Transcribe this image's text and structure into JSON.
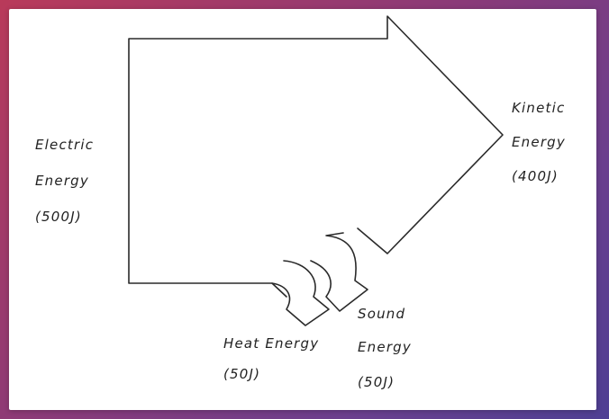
{
  "labels": {
    "electric": {
      "line1": "Electric",
      "line2": "Energy",
      "line3": "(500J)"
    },
    "kinetic": {
      "line1": "Kinetic",
      "line2": "Energy",
      "line3": "(400J)"
    },
    "heat": {
      "line1": "Heat Energy",
      "line2": "(50J)"
    },
    "sound": {
      "line1": "Sound",
      "line2": "Energy",
      "line3": "(50J)"
    }
  },
  "colors": {
    "background_start": "#b93a5a",
    "background_end": "#4e3f93",
    "paper": "#ffffff",
    "ink": "#2a2a2a"
  }
}
